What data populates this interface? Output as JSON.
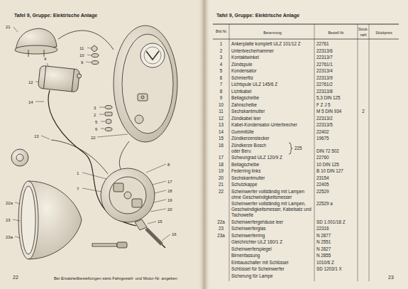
{
  "diagram": {
    "title": "Tafel 9, Gruppe: Elektrische Anlage",
    "labels": [
      "Tafel 9, Gruppe: Elektrische Anlage",
      "Bild Nr.",
      "Benennung",
      "Bestell-Nr.",
      "Stück-zahl",
      "Stückpreis",
      "1",
      "Ankerplatte komplett ULZ 101/12 Z",
      "22761",
      "2",
      "Unterbrecherhammer",
      "22313/6",
      "3",
      "Kontaktwinkel",
      "22313/7",
      "4",
      "Zündspule",
      "22761/1",
      "5",
      "Kondensator",
      "22313/4",
      "6",
      "Schmierfilz",
      "22313/9",
      "7",
      "Lichtspule ULZ 145/6 Z",
      "22761/2",
      "8",
      "Lichtkabel",
      "22313/8",
      "9",
      "Beilagscheibe",
      "5,3 DIN 125",
      "10",
      "Zahnscheibe",
      "F Z J 5",
      "11",
      "Sechskantmutter",
      "M 5 DIN 934",
      "2",
      "12",
      "Zündkabel leer",
      "22313/2",
      "13",
      "Kabel-Kondensator-Unterbrecher",
      "22313/5",
      "14",
      "Gummitülle",
      "22402",
      "15",
      "Zündkerzenstecker",
      "19675",
      "16",
      "Zündkerze Bosch",
      "oder Beru",
      "225",
      "DIN 72 502",
      "17",
      "Schwungrad ULZ 120/9 Z",
      "22760",
      "18",
      "Beilagscheibe",
      "10 DIN 125",
      "19",
      "Federring links",
      "B 10 DIN 127",
      "20",
      "Sechskantmutter",
      "23154",
      "21",
      "Schutzkappe",
      "22405",
      "22",
      "Scheinwerfer vollständig mit Lampen ohne Geschwindigkeitsmesser",
      "22529",
      "Scheinwerfer vollständig mit Lampen, Geschwindigkeitsmesser, Kabelsatz und Tachowelle",
      "22529 a",
      "22a",
      "Scheinwerfergehäuse leer",
      "SD 1.001/18 Z",
      "23",
      "Scheinwerferglas",
      "22316",
      "23a",
      "Scheinwerferring",
      "N 2877",
      "Gleichrichter ULZ 160/1 Z",
      "N 2551",
      "Scheinwerferspiegel",
      "N 2827",
      "Birnenfassung",
      "N 2855",
      "Einbauschalter mit Schlüssel",
      "1010/6 Z",
      "Schlüssel für Scheinwerfer",
      "SD 1203/1 X",
      "Sicherung für Lampe",
      "23",
      "22",
      "Bei Ersatzteilbestellungen stets Fahrgestell- und Motor-Nr. angeben",
      "21",
      "4",
      "11",
      "10",
      "9",
      "12",
      "14",
      "13",
      "3",
      "2",
      "5",
      "6",
      "22",
      "1",
      "7",
      "8",
      "17",
      "18",
      "19",
      "20",
      "15",
      "16",
      "22a",
      "23",
      "23a"
    ]
  }
}
